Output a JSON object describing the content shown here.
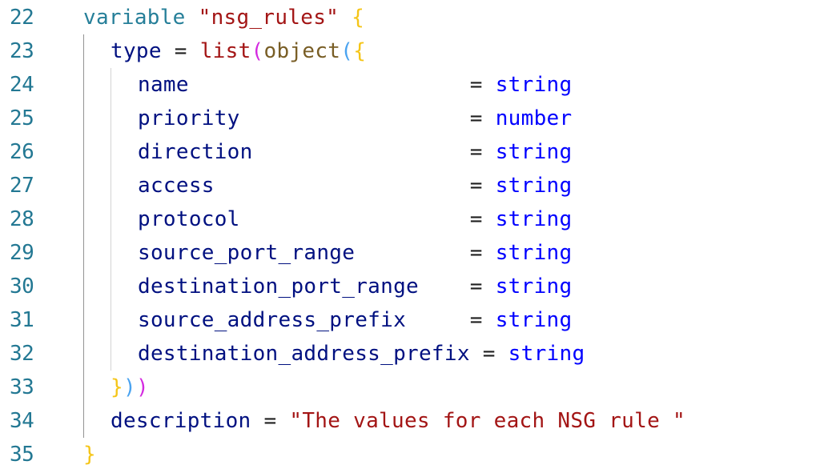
{
  "editor": {
    "language": "hcl",
    "lines": [
      {
        "number": "22",
        "indent": 0,
        "tokens": [
          {
            "text": "variable",
            "kind": "var"
          },
          {
            "text": " ",
            "kind": "op"
          },
          {
            "text": "\"nsg_rules\"",
            "kind": "str"
          },
          {
            "text": " ",
            "kind": "op"
          },
          {
            "text": "{",
            "kind": "p1"
          }
        ]
      },
      {
        "number": "23",
        "indent": 1,
        "tokens": [
          {
            "text": "type",
            "kind": "attr"
          },
          {
            "text": " = ",
            "kind": "op"
          },
          {
            "text": "list",
            "kind": "str"
          },
          {
            "text": "(",
            "kind": "p2"
          },
          {
            "text": "object",
            "kind": "func"
          },
          {
            "text": "(",
            "kind": "p3"
          },
          {
            "text": "{",
            "kind": "p1"
          }
        ]
      },
      {
        "number": "24",
        "indent": 2,
        "tokens": [
          {
            "text": "name                      ",
            "kind": "attr"
          },
          {
            "text": "= ",
            "kind": "op"
          },
          {
            "text": "string",
            "kind": "type"
          }
        ]
      },
      {
        "number": "25",
        "indent": 2,
        "tokens": [
          {
            "text": "priority                  ",
            "kind": "attr"
          },
          {
            "text": "= ",
            "kind": "op"
          },
          {
            "text": "number",
            "kind": "type"
          }
        ]
      },
      {
        "number": "26",
        "indent": 2,
        "tokens": [
          {
            "text": "direction                 ",
            "kind": "attr"
          },
          {
            "text": "= ",
            "kind": "op"
          },
          {
            "text": "string",
            "kind": "type"
          }
        ]
      },
      {
        "number": "27",
        "indent": 2,
        "tokens": [
          {
            "text": "access                    ",
            "kind": "attr"
          },
          {
            "text": "= ",
            "kind": "op"
          },
          {
            "text": "string",
            "kind": "type"
          }
        ]
      },
      {
        "number": "28",
        "indent": 2,
        "tokens": [
          {
            "text": "protocol                  ",
            "kind": "attr"
          },
          {
            "text": "= ",
            "kind": "op"
          },
          {
            "text": "string",
            "kind": "type"
          }
        ]
      },
      {
        "number": "29",
        "indent": 2,
        "tokens": [
          {
            "text": "source_port_range         ",
            "kind": "attr"
          },
          {
            "text": "= ",
            "kind": "op"
          },
          {
            "text": "string",
            "kind": "type"
          }
        ]
      },
      {
        "number": "30",
        "indent": 2,
        "tokens": [
          {
            "text": "destination_port_range    ",
            "kind": "attr"
          },
          {
            "text": "= ",
            "kind": "op"
          },
          {
            "text": "string",
            "kind": "type"
          }
        ]
      },
      {
        "number": "31",
        "indent": 2,
        "tokens": [
          {
            "text": "source_address_prefix     ",
            "kind": "attr"
          },
          {
            "text": "= ",
            "kind": "op"
          },
          {
            "text": "string",
            "kind": "type"
          }
        ]
      },
      {
        "number": "32",
        "indent": 2,
        "tokens": [
          {
            "text": "destination_address_prefix",
            "kind": "attr"
          },
          {
            "text": " = ",
            "kind": "op"
          },
          {
            "text": "string",
            "kind": "type"
          }
        ]
      },
      {
        "number": "33",
        "indent": 1,
        "tokens": [
          {
            "text": "}",
            "kind": "p1"
          },
          {
            "text": ")",
            "kind": "p3"
          },
          {
            "text": ")",
            "kind": "p2"
          }
        ]
      },
      {
        "number": "34",
        "indent": 1,
        "tokens": [
          {
            "text": "description",
            "kind": "attr"
          },
          {
            "text": " = ",
            "kind": "op"
          },
          {
            "text": "\"The values for each NSG rule \"",
            "kind": "str"
          }
        ]
      },
      {
        "number": "35",
        "indent": 0,
        "tokens": [
          {
            "text": "}",
            "kind": "p1"
          }
        ]
      }
    ],
    "colors": {
      "line_number": "#237893",
      "keyword": "#0000ff",
      "string": "#a31515",
      "attribute": "#001080",
      "bracket_level_1": "#f5c518",
      "bracket_level_2": "#d42ae0",
      "bracket_level_3": "#4aa3f0"
    }
  }
}
